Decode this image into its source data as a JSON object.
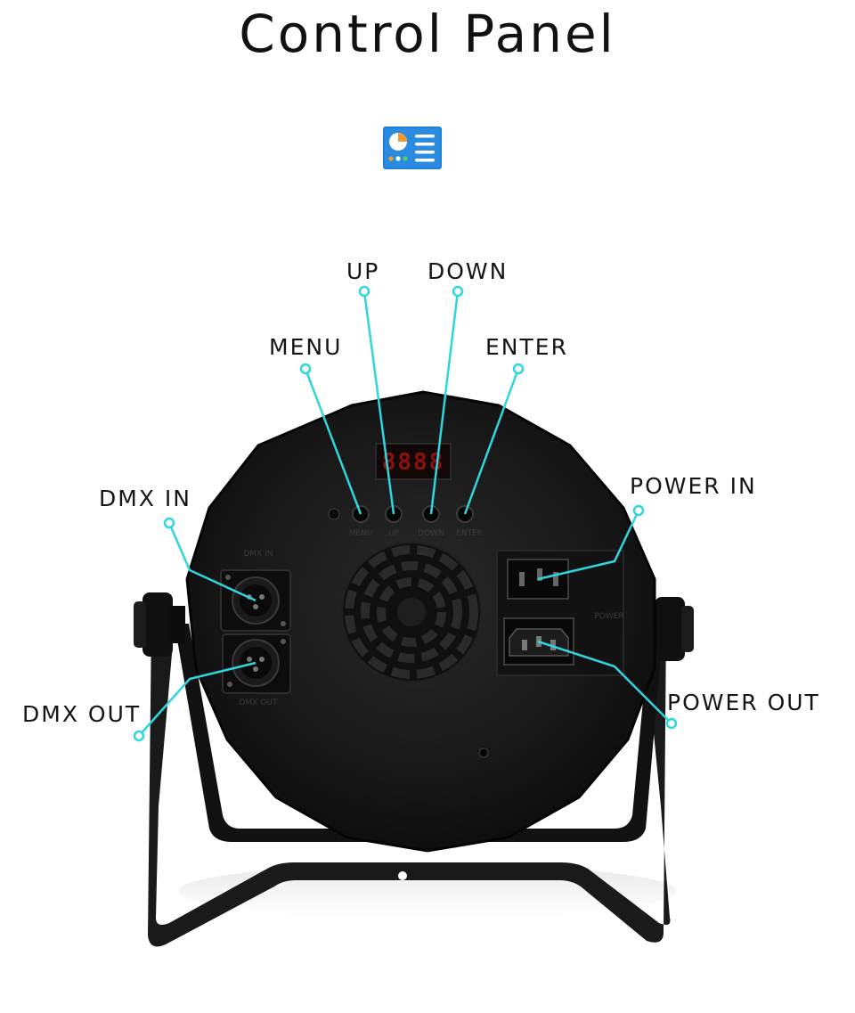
{
  "header": {
    "title": "Control Panel",
    "icon": "control-panel-icon",
    "icon_color": "#1f7fd6"
  },
  "device": {
    "display_text": "8888",
    "button_legends": [
      "MENU",
      "UP",
      "DOWN",
      "ENTER"
    ],
    "dmx_in_legend": "DMX IN",
    "dmx_out_legend": "DMX OUT",
    "power_legend": "POWER"
  },
  "callouts": {
    "color": "#2fd6dc",
    "up": "UP",
    "down": "DOWN",
    "menu": "MENU",
    "enter": "ENTER",
    "dmx_in": "DMX IN",
    "power_in": "POWER IN",
    "dmx_out": "DMX OUT",
    "power_out": "POWER OUT"
  }
}
